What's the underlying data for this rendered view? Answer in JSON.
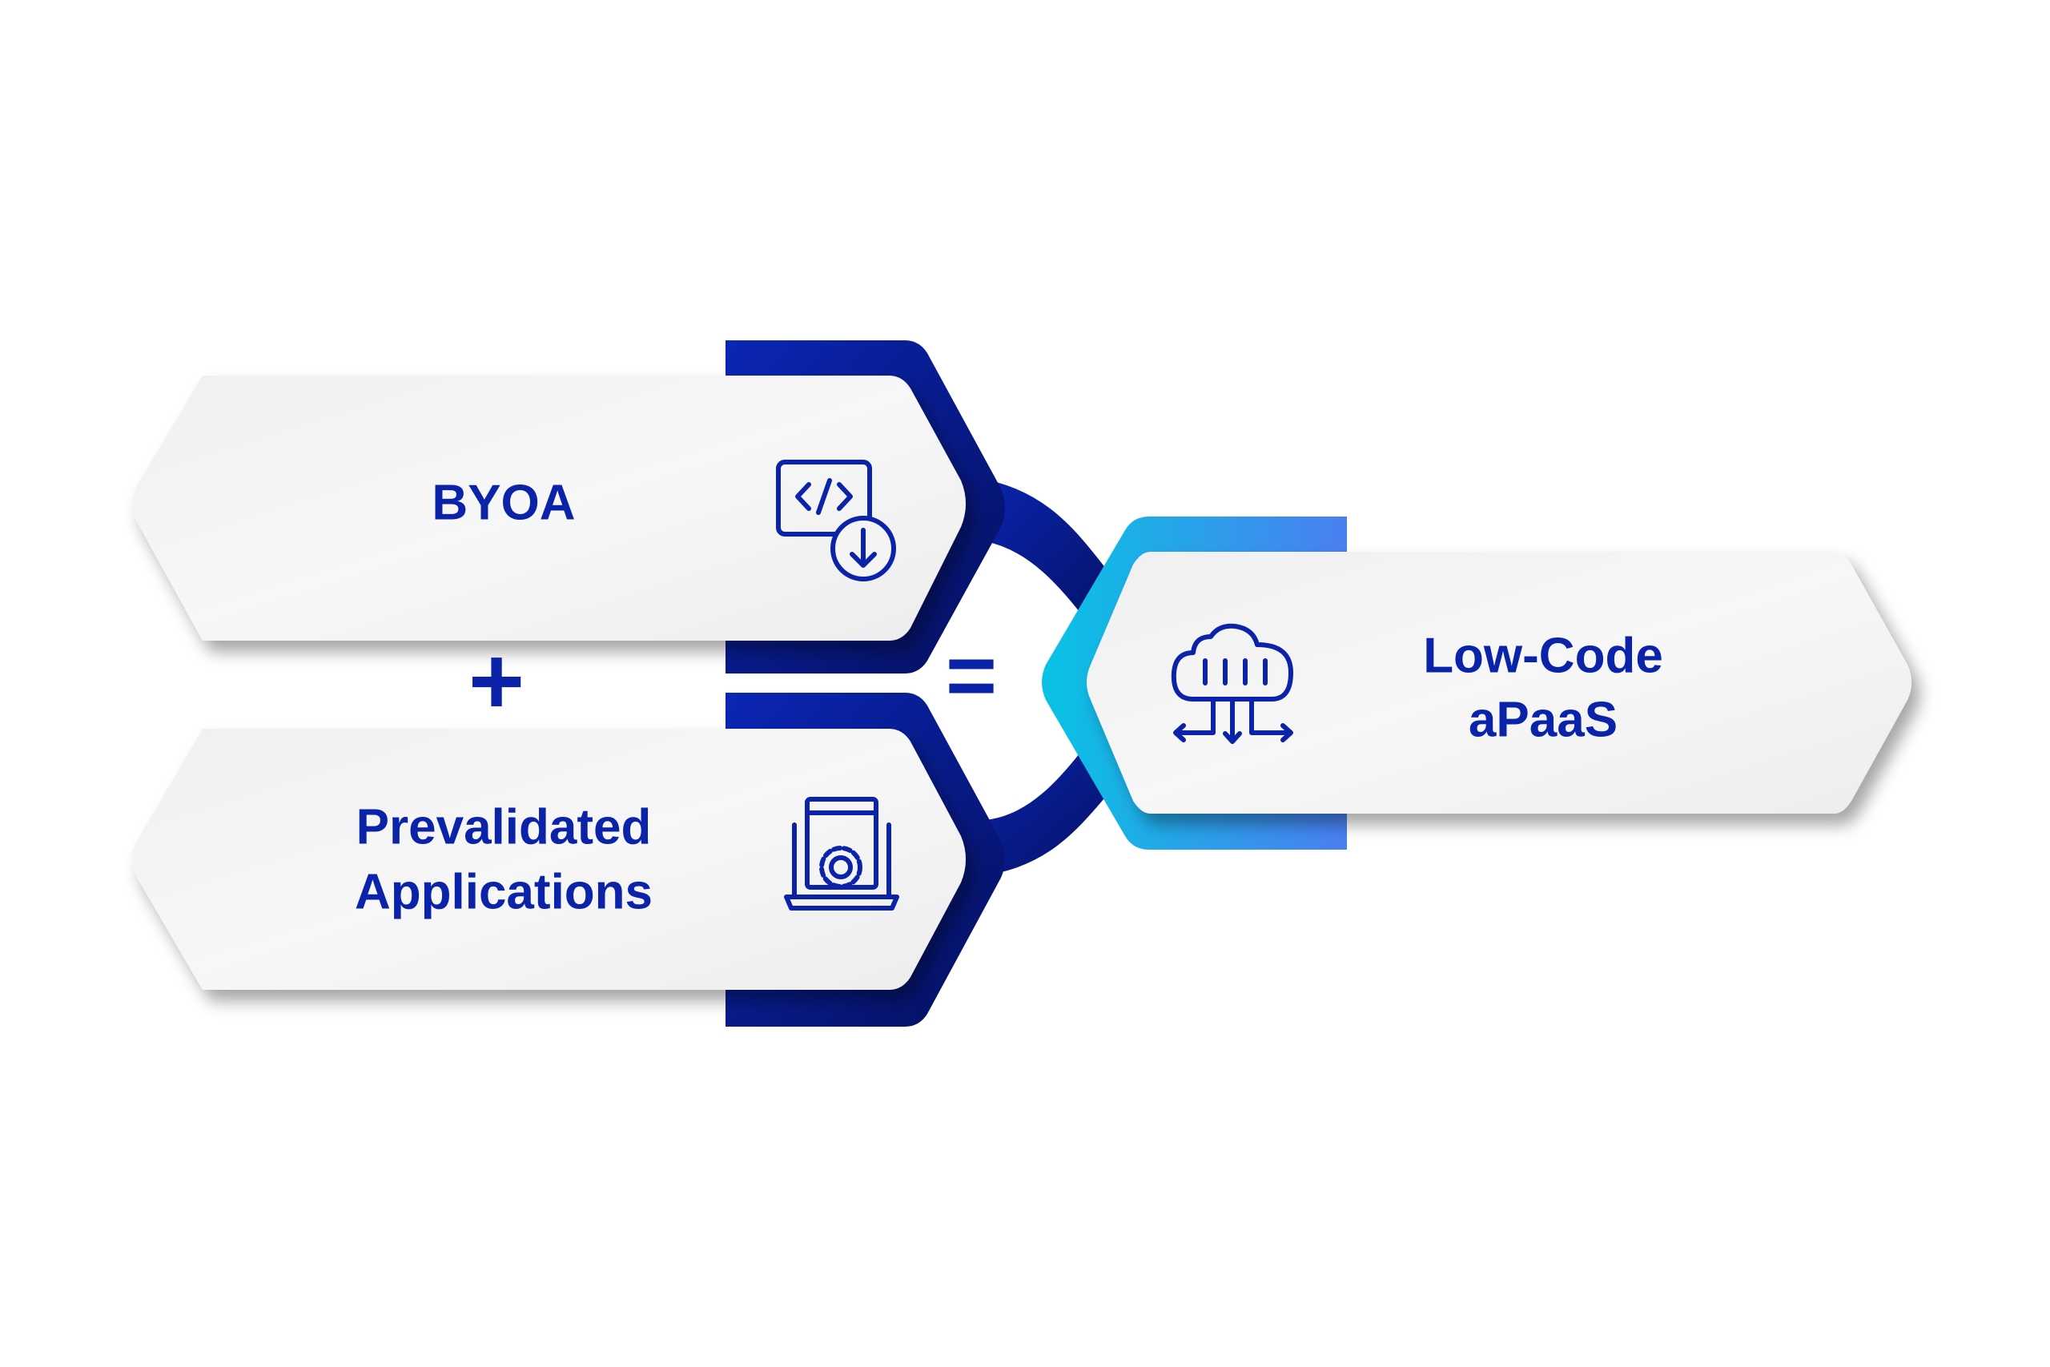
{
  "diagram": {
    "inputs": [
      {
        "label_lines": [
          "BYOA"
        ],
        "icon": "code-download-icon"
      },
      {
        "label_lines": [
          "Prevalidated",
          "Applications"
        ],
        "icon": "laptop-gear-icon"
      }
    ],
    "operator_plus": "+",
    "operator_equals": "=",
    "result": {
      "label_lines": [
        "Low-Code",
        "aPaaS"
      ],
      "icon": "cloud-binary-icon"
    },
    "colors": {
      "navy": "#0a1f9e",
      "dark_navy": "#061270",
      "text": "#0a23a8",
      "cyan": "#0bbfe3",
      "light_blue": "#4a7ff0",
      "card": "#f4f4f5"
    }
  }
}
